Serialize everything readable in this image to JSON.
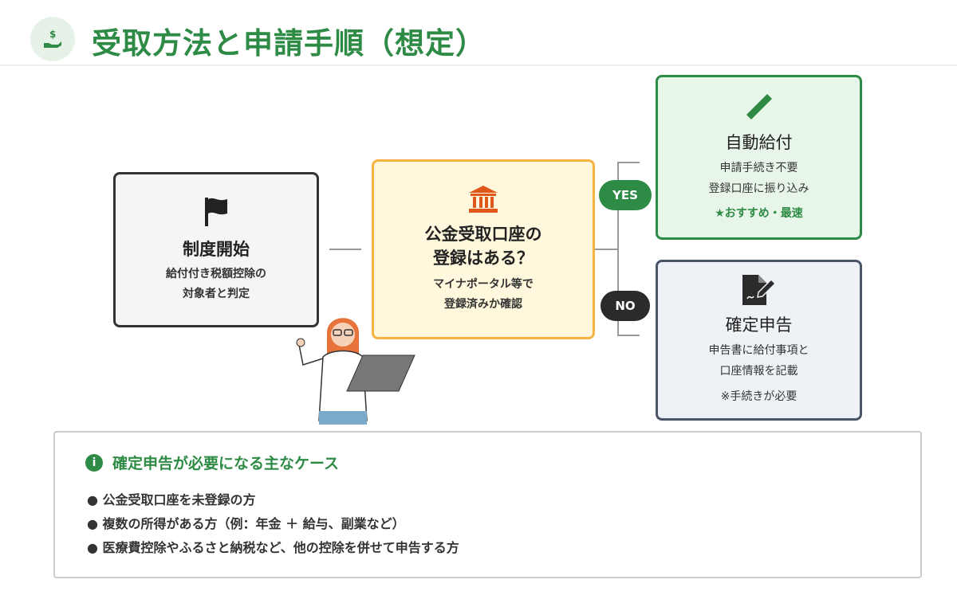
{
  "header": {
    "title": "受取方法と申請手順（想定）",
    "icon": "hand-dollar-icon"
  },
  "start": {
    "icon": "flag-icon",
    "title": "制度開始",
    "desc": [
      "給付付き税額控除の",
      "対象者と判定"
    ]
  },
  "question": {
    "icon": "bank-icon",
    "title": [
      "公金受取口座の",
      "登録はある？"
    ],
    "desc": [
      "マイナポータル等で",
      "登録済みか確認"
    ]
  },
  "branches": {
    "yes": "YES",
    "no": "NO"
  },
  "auto": {
    "icon": "pen-icon",
    "title": "自動給付",
    "desc": [
      "申請手続き不要",
      "登録口座に振り込み"
    ],
    "note": "★おすすめ・最速"
  },
  "shinkoku": {
    "icon": "signed-document-icon",
    "title": "確定申告",
    "desc": [
      "申告書に給付事項と",
      "口座情報を記載"
    ],
    "note": "※手続きが必要"
  },
  "info": {
    "title": "確定申告が必要になる主なケース",
    "items": [
      "● 公金受取口座を未登録の方",
      "● 複数の所得がある方（例：年金 ＋ 給与、副業など）",
      "● 医療費控除やふるさと納税など、他の控除を併せて申告する方"
    ]
  },
  "colors": {
    "green": "#2e8b45",
    "orange": "#f5b342",
    "dark": "#2b2b2b",
    "slate": "#4a5568"
  }
}
